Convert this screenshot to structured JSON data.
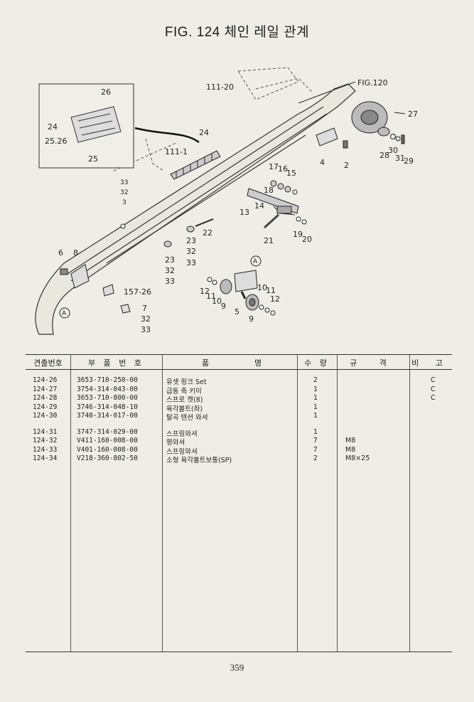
{
  "title": "FIG. 124 체인 레일 관계",
  "callouts": [
    "111-20",
    "FIG.120",
    "27",
    "24",
    "2",
    "4",
    "28",
    "30",
    "31",
    "29",
    "26",
    "24",
    "25.26",
    "25",
    "111-1",
    "17",
    "16",
    "15",
    "18",
    "33",
    "32",
    "3",
    "14",
    "13",
    "22",
    "23",
    "32",
    "33",
    "21",
    "19",
    "20",
    "23",
    "32",
    "33",
    "6",
    "8",
    "157-26",
    "A",
    "A",
    "12",
    "11",
    "10",
    "9",
    "5",
    "10",
    "11",
    "12",
    "9",
    "7",
    "32",
    "33"
  ],
  "table": {
    "headers": {
      "no": "견출번호",
      "part": "부 품 번 호",
      "name_a": "품",
      "name_b": "명",
      "qty": "수 량",
      "spec": "규 격",
      "note": "비 고"
    },
    "rows": [
      {
        "no": "124-26",
        "part": "3653-710-250-00",
        "name": "유셋 링크 Set",
        "qty": "2",
        "spec": "",
        "note": "C"
      },
      {
        "no": "124-27",
        "part": "3754-314-043-00",
        "name": "급동 축 키이",
        "qty": "1",
        "spec": "",
        "note": "C"
      },
      {
        "no": "124-28",
        "part": "3653-710-800-00",
        "name": "스프로 켓(8)",
        "qty": "1",
        "spec": "",
        "note": "C"
      },
      {
        "no": "124-29",
        "part": "3746-314-048-10",
        "name": "육각볼트(좌)",
        "qty": "1",
        "spec": "",
        "note": ""
      },
      {
        "no": "124-30",
        "part": "3740-314-017-00",
        "name": "탈곡 텐션 와셔",
        "qty": "1",
        "spec": "",
        "note": ""
      },
      {
        "no": "124-31",
        "part": "3747-314-029-00",
        "name": "스프링와셔",
        "qty": "1",
        "spec": "",
        "note": ""
      },
      {
        "no": "124-32",
        "part": "V411-160-008-00",
        "name": "평와셔",
        "qty": "7",
        "spec": "M8",
        "note": ""
      },
      {
        "no": "124-33",
        "part": "V401-160-008-00",
        "name": "스프링와셔",
        "qty": "7",
        "spec": "M8",
        "note": ""
      },
      {
        "no": "124-34",
        "part": "V218-360-802-50",
        "name": "소형 육각볼트보통(SP)",
        "qty": "2",
        "spec": "M8×25",
        "note": ""
      }
    ]
  },
  "page_number": "359"
}
